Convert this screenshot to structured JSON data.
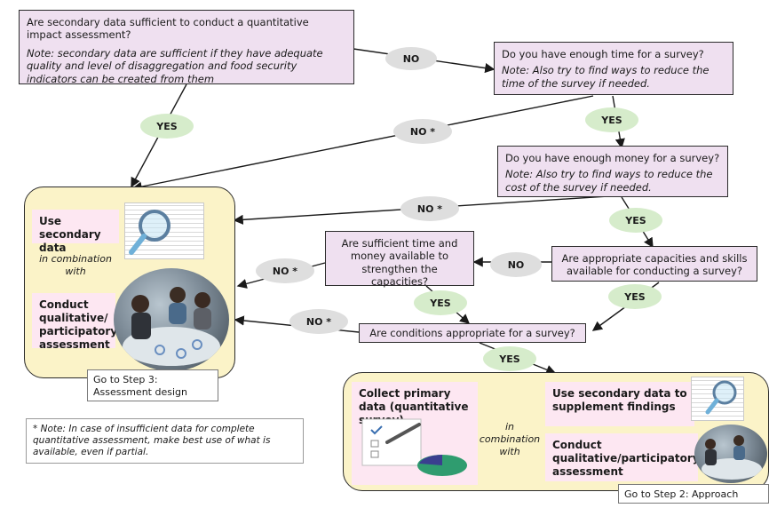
{
  "q1": {
    "question": "Are secondary data sufficient to conduct a quantitative impact assessment?",
    "note": "Note: secondary data are sufficient if they have adequate quality and level of disaggregation and food security indicators can be created from them"
  },
  "q2": {
    "question": "Do you have enough time for a survey?",
    "note": "Note: Also try to find ways to reduce the time of the survey if needed."
  },
  "q3": {
    "question": "Do you have enough money for a survey?",
    "note": "Note: Also try to find ways to reduce the cost of the survey if needed."
  },
  "q4": {
    "question": "Are appropriate capacities and skills available for conducting a survey?"
  },
  "q5": {
    "question": "Are sufficient time and money available to strengthen the capacities?"
  },
  "q6": {
    "question": "Are conditions appropriate for a survey?"
  },
  "labels": {
    "no1": "NO",
    "yes1": "YES",
    "no_star_time": "NO *",
    "yes_time": "YES",
    "no_star_money": "NO *",
    "yes_money": "YES",
    "no_cap": "NO",
    "no_star_strengthen": "NO *",
    "yes_strengthen": "YES",
    "yes_cap": "YES",
    "no_star_conditions": "NO *",
    "yes_conditions": "YES"
  },
  "left_panel": {
    "use_secondary": "Use secondary data",
    "combination": "in combination with",
    "conduct_qual": "Conduct qualitative/ participatory assessment",
    "goto": "Go to Step 3: Assessment design"
  },
  "right_panel": {
    "collect_primary": "Collect primary data (quantitative survey)",
    "combination": "in combination with",
    "use_secondary_supplement": "Use secondary data to supplement findings",
    "conduct_qual": "Conduct qualitative/participatory assessment",
    "goto": "Go to Step 2: Approach"
  },
  "footnote": "* Note: In case of insufficient data for complete quantitative assessment, make best use of what is available, even if partial.",
  "colors": {
    "question_box": "#efe0f0",
    "panel": "#fbf3c8",
    "tag": "#fde7f2",
    "oval_no": "#dedede",
    "oval_yes": "#d6eccb"
  }
}
